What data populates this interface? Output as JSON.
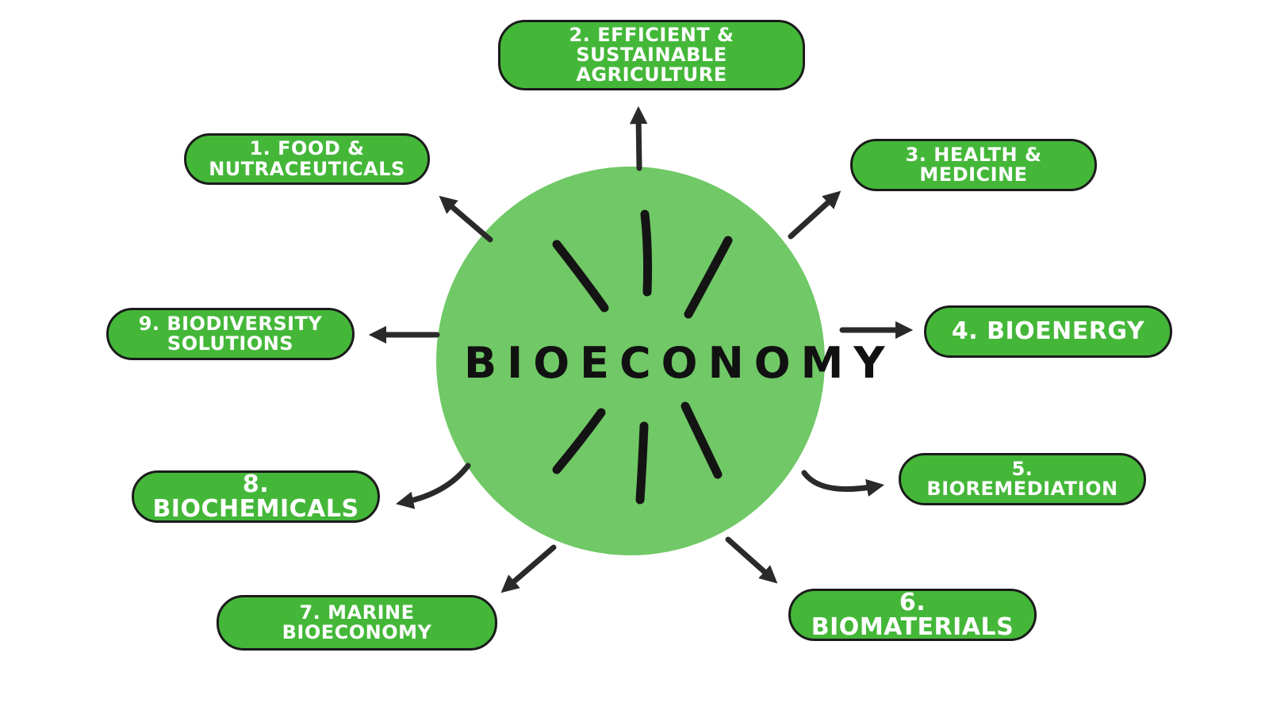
{
  "center": {
    "title": "BIOECONOMY"
  },
  "sectors": [
    {
      "id": "food",
      "label": "1. Food & Nutraceuticals"
    },
    {
      "id": "agriculture",
      "label": "2. Efficient & Sustainable Agriculture"
    },
    {
      "id": "health",
      "label": "3. Health & Medicine"
    },
    {
      "id": "bioenergy",
      "label": "4. Bioenergy"
    },
    {
      "id": "bioremediation",
      "label": "5. Bioremediation"
    },
    {
      "id": "biomaterials",
      "label": "6. Biomaterials"
    },
    {
      "id": "marine",
      "label": "7. Marine Bioeconomy"
    },
    {
      "id": "biochemicals",
      "label": "8. Biochemicals"
    },
    {
      "id": "biodiversity",
      "label": "9. Biodiversity Solutions"
    }
  ],
  "colors": {
    "pill_fill": "#44b739",
    "circle_fill": "#70c866",
    "outline": "#1b1b1b",
    "arrow": "#2a2a2a",
    "text_light": "#ffffff",
    "text_dark": "#111111"
  }
}
